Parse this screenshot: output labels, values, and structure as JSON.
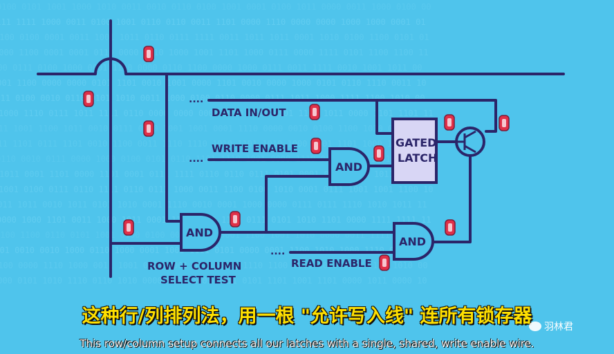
{
  "diagram": {
    "labels": {
      "data_in_out": "DATA IN/OUT",
      "write_enable": "WRITE ENABLE",
      "read_enable": "READ ENABLE",
      "row_col_line1": "ROW + COLUMN",
      "row_col_line2": "SELECT TEST",
      "gated": "GATED",
      "latch": "LATCH",
      "and": "AND",
      "dots": "....",
      "zero": "0"
    },
    "colors": {
      "background": "#4fc4ec",
      "wire": "#2b2569",
      "latch_fill": "#d8d6f5",
      "zero_fill": "#e03048",
      "subtitle_cn": "#ffe000",
      "subtitle_en": "#ffffff"
    },
    "icons": [
      "transistor-icon",
      "bit-zero-icon"
    ]
  },
  "subtitles": {
    "cn": "这种行/列排列法，用一根 \"允许写入线\" 连所有锁存器",
    "en": "This row/column setup connects all our latches with a single, shared, write enable wire."
  },
  "watermark": {
    "text": "羽林君"
  }
}
